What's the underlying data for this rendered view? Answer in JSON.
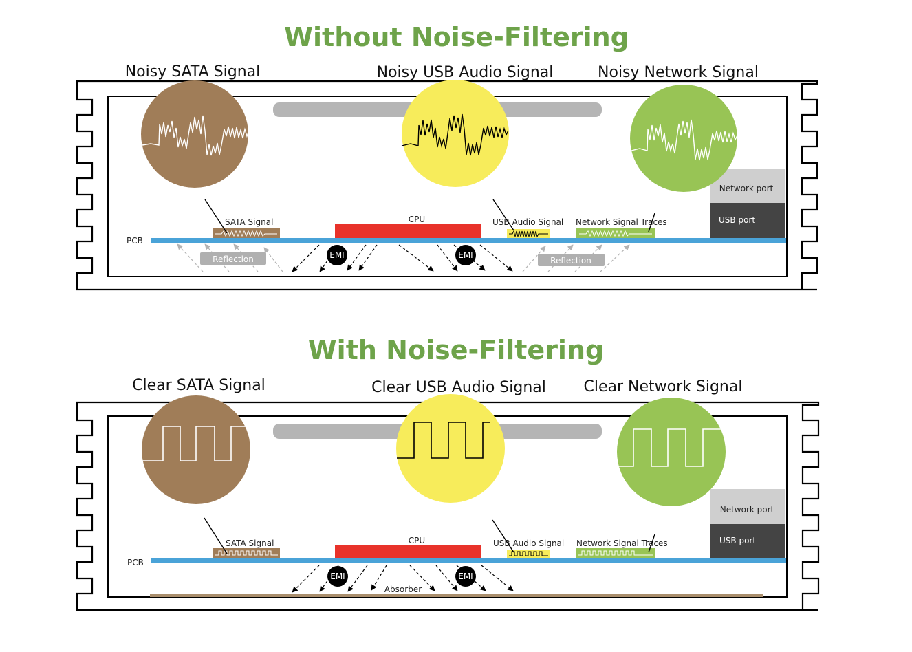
{
  "colors": {
    "title_green": "#6ea34a",
    "sata_brown": "#a07d58",
    "usb_yellow": "#f7ec5b",
    "network_green": "#98c455",
    "pcb_blue": "#4aa3d8",
    "cpu_red": "#e8322a",
    "emi_black": "#000000",
    "network_port_gray": "#cfcfcf",
    "usb_port_dark": "#444444",
    "heatspreader_gray": "#b5b5b5",
    "reflection_gray": "#b0b0b0",
    "absorber_brown": "#a98e6c",
    "arrow_light": "#b3b3b3"
  },
  "panels": [
    {
      "title": "Without Noise-Filtering",
      "signal_style": "noisy",
      "circles": [
        {
          "label": "Noisy SATA Signal"
        },
        {
          "label": "Noisy USB Audio Signal"
        },
        {
          "label": "Noisy Network Signal"
        }
      ],
      "traces": {
        "sata": "SATA Signal",
        "usb": "USB Audio Signal",
        "network": "Network Signal Traces"
      },
      "cpu": "CPU",
      "pcb": "PCB",
      "emi": [
        "EMI",
        "EMI"
      ],
      "reflections": [
        "Reflection",
        "Reflection"
      ],
      "ports": {
        "network": "Network port",
        "usb": "USB port"
      }
    },
    {
      "title": "With Noise-Filtering",
      "signal_style": "clear",
      "circles": [
        {
          "label": "Clear SATA Signal"
        },
        {
          "label": "Clear USB Audio Signal"
        },
        {
          "label": "Clear Network Signal"
        }
      ],
      "traces": {
        "sata": "SATA Signal",
        "usb": "USB Audio Signal",
        "network": "Network Signal Traces"
      },
      "cpu": "CPU",
      "pcb": "PCB",
      "emi": [
        "EMI",
        "EMI"
      ],
      "absorber": "Absorber",
      "ports": {
        "network": "Network port",
        "usb": "USB port"
      }
    }
  ]
}
